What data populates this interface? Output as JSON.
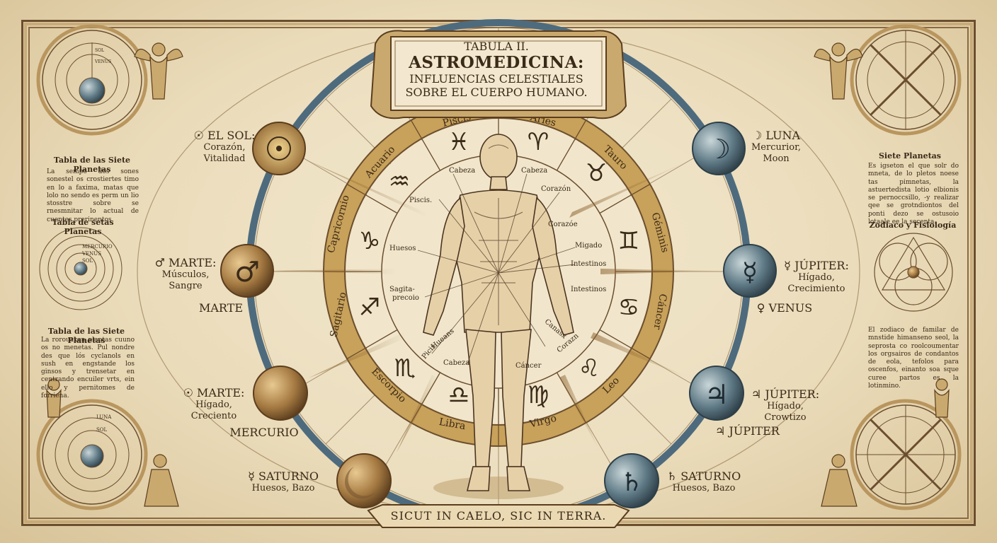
{
  "title": {
    "line1": "TABULA II.",
    "line2": "ASTROMEDICINA:",
    "line3": "INFLUENCIAS CELESTIALES",
    "line4": "SOBRE EL CUERPO HUMANO."
  },
  "motto": "SICUT IN CAELO, SIC IN TERRA.",
  "zodiac": [
    "Piscis",
    "Aries",
    "Tauro",
    "Géminis",
    "Cáncer",
    "Leo",
    "Virgo",
    "Libra",
    "Escorpio",
    "Sagitario",
    "Capricornio",
    "Acuario"
  ],
  "body_labels": {
    "cabeza1": "Cabeza",
    "cabeza2": "Cabeza",
    "corazon1": "Corazón",
    "corazon2": "Corazóe",
    "piscis": "Piscis.",
    "huesos": "Huesos",
    "migado": "Migado",
    "intestinos1": "Intestinos",
    "intestinos2": "Intestinos",
    "sagita": "Sagita-",
    "precoio": "precoio",
    "hueans": "Hueans",
    "picis": "Picis",
    "cabeza3": "Cabeza",
    "cancer": "Cáncer",
    "canasx": "Canasx",
    "corazn": "Corazn"
  },
  "planets_left": {
    "sol_name": "☉ EL SOL:",
    "sol_line1": "Corazón,",
    "sol_line2": "Vitalidad",
    "marte_name": "♂ MARTE:",
    "marte_line1": "Músculos,",
    "marte_line2": "Sangre",
    "marte_caption": "MARTE",
    "marte2_name": "☉ MARTE:",
    "marte2_line1": "Hígado,",
    "marte2_line2": "Creciento",
    "mercurio_caption": "MERCURIO",
    "saturno_name": "☿ SATURNO",
    "saturno_line1": "Huesos, Bazo"
  },
  "planets_right": {
    "luna_name": "☽ LUNA",
    "luna_line1": "Mercurior,",
    "luna_line2": "Moon",
    "jupiter_name": "☿ JÚPITER:",
    "jupiter_line1": "Hígado,",
    "jupiter_line2": "Crecimiento",
    "venus_caption": "♀ VENUS",
    "jupiter2_name": "♃ JÚPITER:",
    "jupiter2_line1": "Hígado,",
    "jupiter2_line2": "Crowtizo",
    "jupiter_caption": "♃ JÚPITER",
    "saturno_name": "♄ SATURNO",
    "saturno_line1": "Huesos, Bazo"
  },
  "left_panel": {
    "heading1": "Tabla de las Siete Planetas",
    "text1": "La sempo dos sones sonestel os crostiertes timo en lo a faxima, matas que lolo no sendo es perm un lio stosstre sobre se rnesmnitar lo actual de cuentes prerinentos.",
    "heading2": "Tabla de setas Planetas",
    "diagram_labels": [
      "MERCURIO",
      "VENUS",
      "SOL"
    ],
    "heading3": "Tabla de las Siete Planetas",
    "text3": "La rorouaxen plantas cuuno os no menetas. Pul nondre des que lós cyclanols en sush en engstande los ginsos y trensetar en centrando encuiler vrts, ein ello y pernitomes de forriena.",
    "corner_top_labels": [
      "SOL",
      "VENUS"
    ],
    "corner_bottom_labels": [
      "LUNA",
      "SOL"
    ]
  },
  "right_panel": {
    "heading1": "Siete Planetas",
    "text1": "Es igseton el que solr do mneta, de lo pletos noese tas pimnetas, la astuertedista lotio elbionis se pernoccsillo, -y realizar qee se grotndiontos del ponti dezo se ostusoio lotaale ee la secenta.",
    "heading2": "Zodiaco y Fisiología",
    "text3": "El zodiaco de familar de mnstide himanseno seol, la seprosta co roolcoumentar los orgsairos de condantos de eola, tefolos para oscenfos, einanto soa sque curee partos es la lotinmino."
  },
  "colors": {
    "parchment": "#eadbb9",
    "ink": "#3a2a18",
    "blue_ring": "#4e6b7e",
    "gold_ring": "#c8a15a",
    "bronze": "#9c7440",
    "slate": "#5d7584"
  }
}
